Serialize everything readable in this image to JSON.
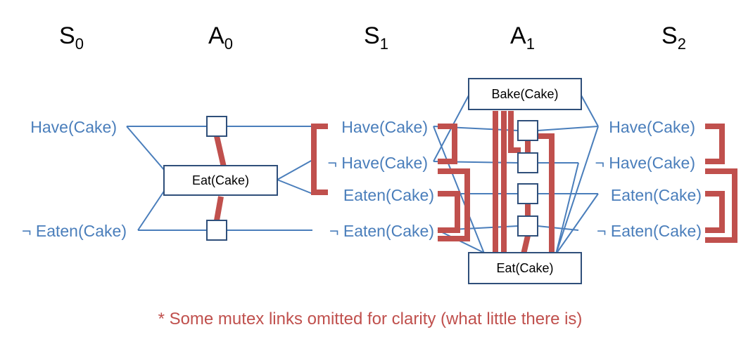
{
  "colors": {
    "proposition_text": "#4a7ebb",
    "link": "#4a7ebb",
    "box_border": "#2f4f7a",
    "mutex": "#c0504d",
    "footnote": "#c0504d",
    "heading": "#000000"
  },
  "columns": [
    {
      "letter": "S",
      "index": "0"
    },
    {
      "letter": "A",
      "index": "0"
    },
    {
      "letter": "S",
      "index": "1"
    },
    {
      "letter": "A",
      "index": "1"
    },
    {
      "letter": "S",
      "index": "2"
    }
  ],
  "s0": {
    "props": [
      "Have(Cake)",
      "¬ Eaten(Cake)"
    ]
  },
  "a0": {
    "action": "Eat(Cake)"
  },
  "s1": {
    "props": [
      "Have(Cake)",
      "¬ Have(Cake)",
      "Eaten(Cake)",
      "¬ Eaten(Cake)"
    ]
  },
  "a1": {
    "actions": [
      "Bake(Cake)",
      "Eat(Cake)"
    ]
  },
  "s2": {
    "props": [
      "Have(Cake)",
      "¬ Have(Cake)",
      "Eaten(Cake)",
      "¬ Eaten(Cake)"
    ]
  },
  "footnote": "* Some mutex links omitted for clarity (what little there is)"
}
